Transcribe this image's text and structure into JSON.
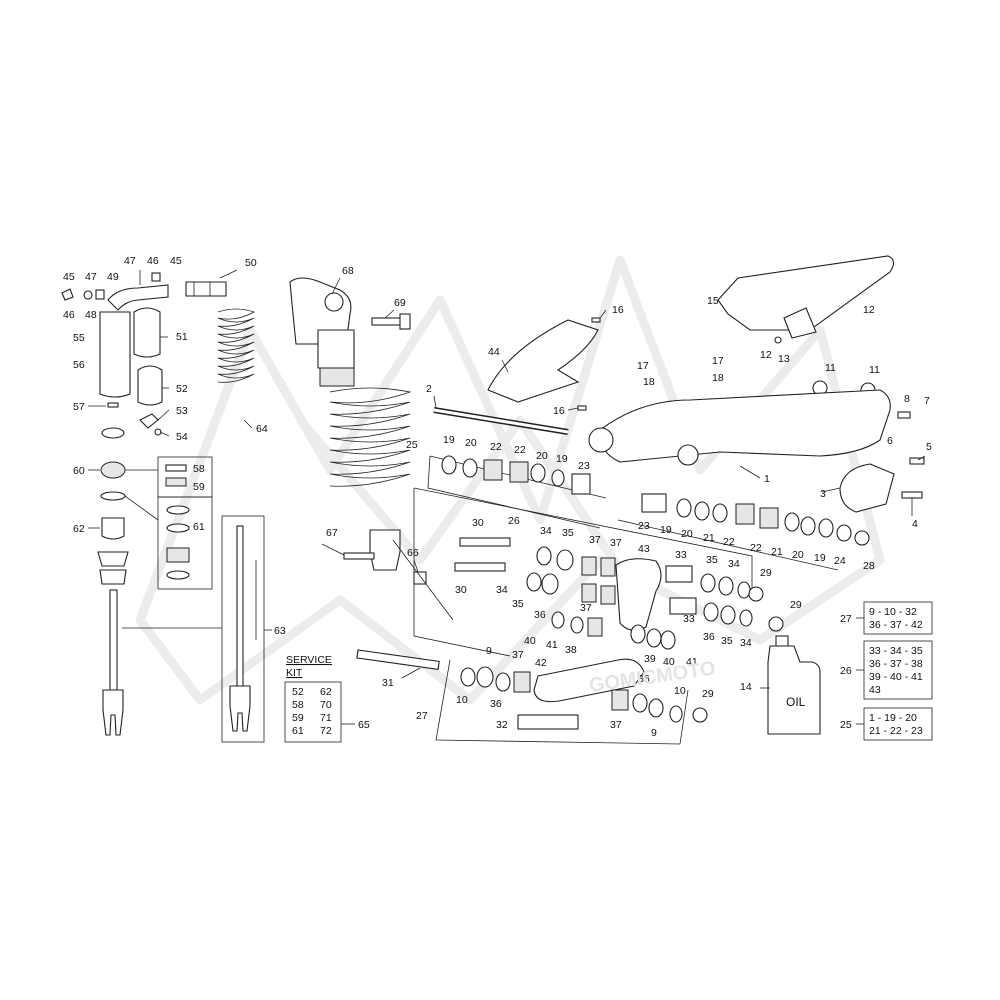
{
  "callouts": {
    "n45a": "45",
    "n47a": "47",
    "n49": "49",
    "n47b": "47",
    "n46a": "46",
    "n45b": "45",
    "n46b": "46",
    "n48": "48",
    "n50": "50",
    "n51": "51",
    "n55": "55",
    "n56": "56",
    "n52": "52",
    "n53": "53",
    "n54": "54",
    "n57": "57",
    "n58": "58",
    "n59": "59",
    "n60": "60",
    "n61": "61",
    "n62": "62",
    "n63": "63",
    "n64": "64",
    "n65": "65",
    "n68": "68",
    "n69": "69",
    "n67": "67",
    "n66": "66",
    "n16a": "16",
    "n16b": "16",
    "n44": "44",
    "n17a": "17",
    "n17b": "17",
    "n18a": "18",
    "n18b": "18",
    "n15": "15",
    "n12a": "12",
    "n12b": "12",
    "n13": "13",
    "n11a": "11",
    "n11b": "11",
    "n2": "2",
    "n1": "1",
    "n8": "8",
    "n7": "7",
    "n6": "6",
    "n5": "5",
    "n3": "3",
    "n4": "4",
    "n25a": "25",
    "r19a": "19",
    "r20a": "20",
    "r22a": "22",
    "r22b": "22",
    "r20b": "20",
    "r19b": "19",
    "r23a": "23",
    "r23b": "23",
    "r19c": "19",
    "r20c": "20",
    "r21a": "21",
    "r22c": "22",
    "r22d": "22",
    "r21b": "21",
    "r20d": "20",
    "r19d": "19",
    "n24": "24",
    "n28": "28",
    "n26a": "26",
    "n30a": "30",
    "n30b": "30",
    "n34a": "34",
    "n35a": "35",
    "n37a": "37",
    "n37b": "37",
    "n43": "43",
    "n33a": "33",
    "n35b": "35",
    "n34b": "34",
    "n29a": "29",
    "n34c": "34",
    "n35c": "35",
    "n36a": "36",
    "n37c": "37",
    "n33b": "33",
    "n36b": "36",
    "n35d": "35",
    "n34d": "34",
    "n29b": "29",
    "n40a": "40",
    "n41a": "41",
    "n38": "38",
    "n39": "39",
    "n40b": "40",
    "n41b": "41",
    "n31": "31",
    "n27a": "27",
    "n10a": "10",
    "n9a": "9",
    "n36c": "36",
    "n37d": "37",
    "n42": "42",
    "n32": "32",
    "n36d": "36",
    "n37e": "37",
    "n10b": "10",
    "n9b": "9",
    "n29c": "29",
    "n14": "14",
    "n27b": "27",
    "n26b": "26",
    "n25b": "25"
  },
  "oil_label": "OIL",
  "service_kit": {
    "title_line1": "SERVICE",
    "title_line2": "KIT",
    "rows": [
      [
        "52",
        "62"
      ],
      [
        "58",
        "70"
      ],
      [
        "59",
        "71"
      ],
      [
        "61",
        "72"
      ]
    ]
  },
  "kits": [
    {
      "ref": "27",
      "lines": [
        "9 - 10 - 32",
        "36 - 37 - 42"
      ]
    },
    {
      "ref": "26",
      "lines": [
        "33 - 34 - 35",
        "36 - 37 - 38",
        "39 - 40 - 41",
        "43"
      ]
    },
    {
      "ref": "25",
      "lines": [
        "1 - 19 - 20",
        "21 - 22 - 23"
      ]
    }
  ]
}
